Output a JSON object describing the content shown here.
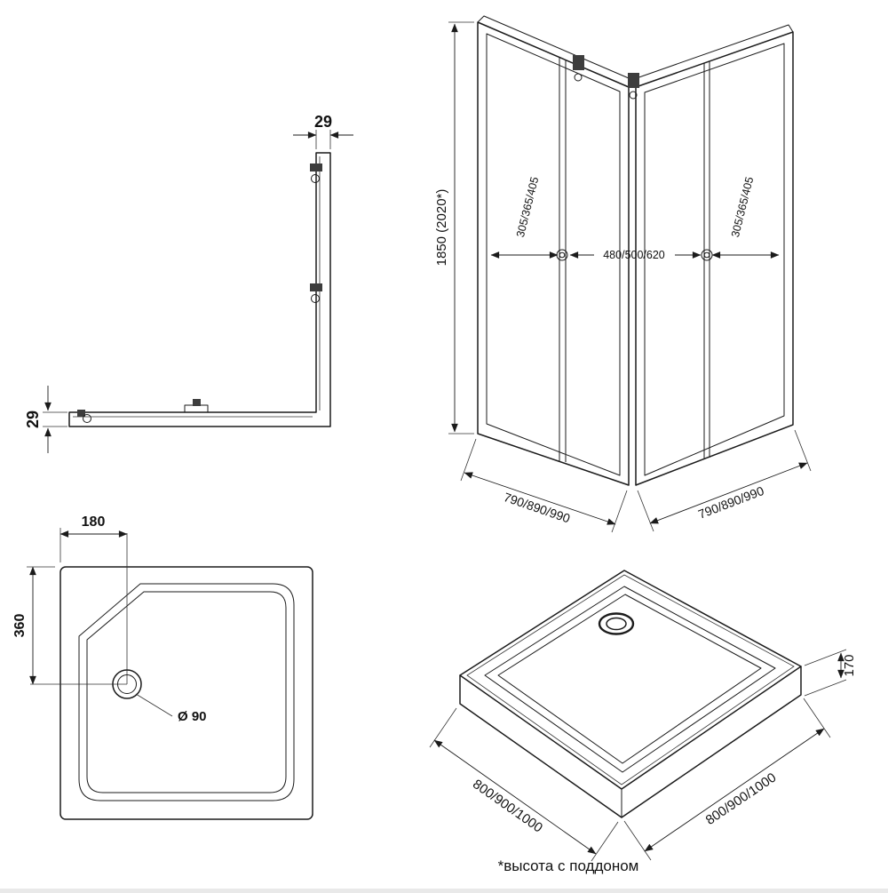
{
  "footnote": "*высота с поддоном",
  "profile_view": {
    "top_width": "29",
    "side_width": "29"
  },
  "front_view": {
    "height": "1850  (2020*)",
    "left_panel_width": "305/365/405",
    "door_width": "480/500/620",
    "right_panel_width": "305/365/405",
    "bottom_left_width": "790/890/990",
    "bottom_right_width": "790/890/990"
  },
  "tray_top_view": {
    "drain_offset_x": "180",
    "drain_offset_y": "360",
    "drain_diameter": "Ø 90"
  },
  "tray_iso_view": {
    "height": "170",
    "width_left": "800/900/1000",
    "width_right": "800/900/1000"
  }
}
